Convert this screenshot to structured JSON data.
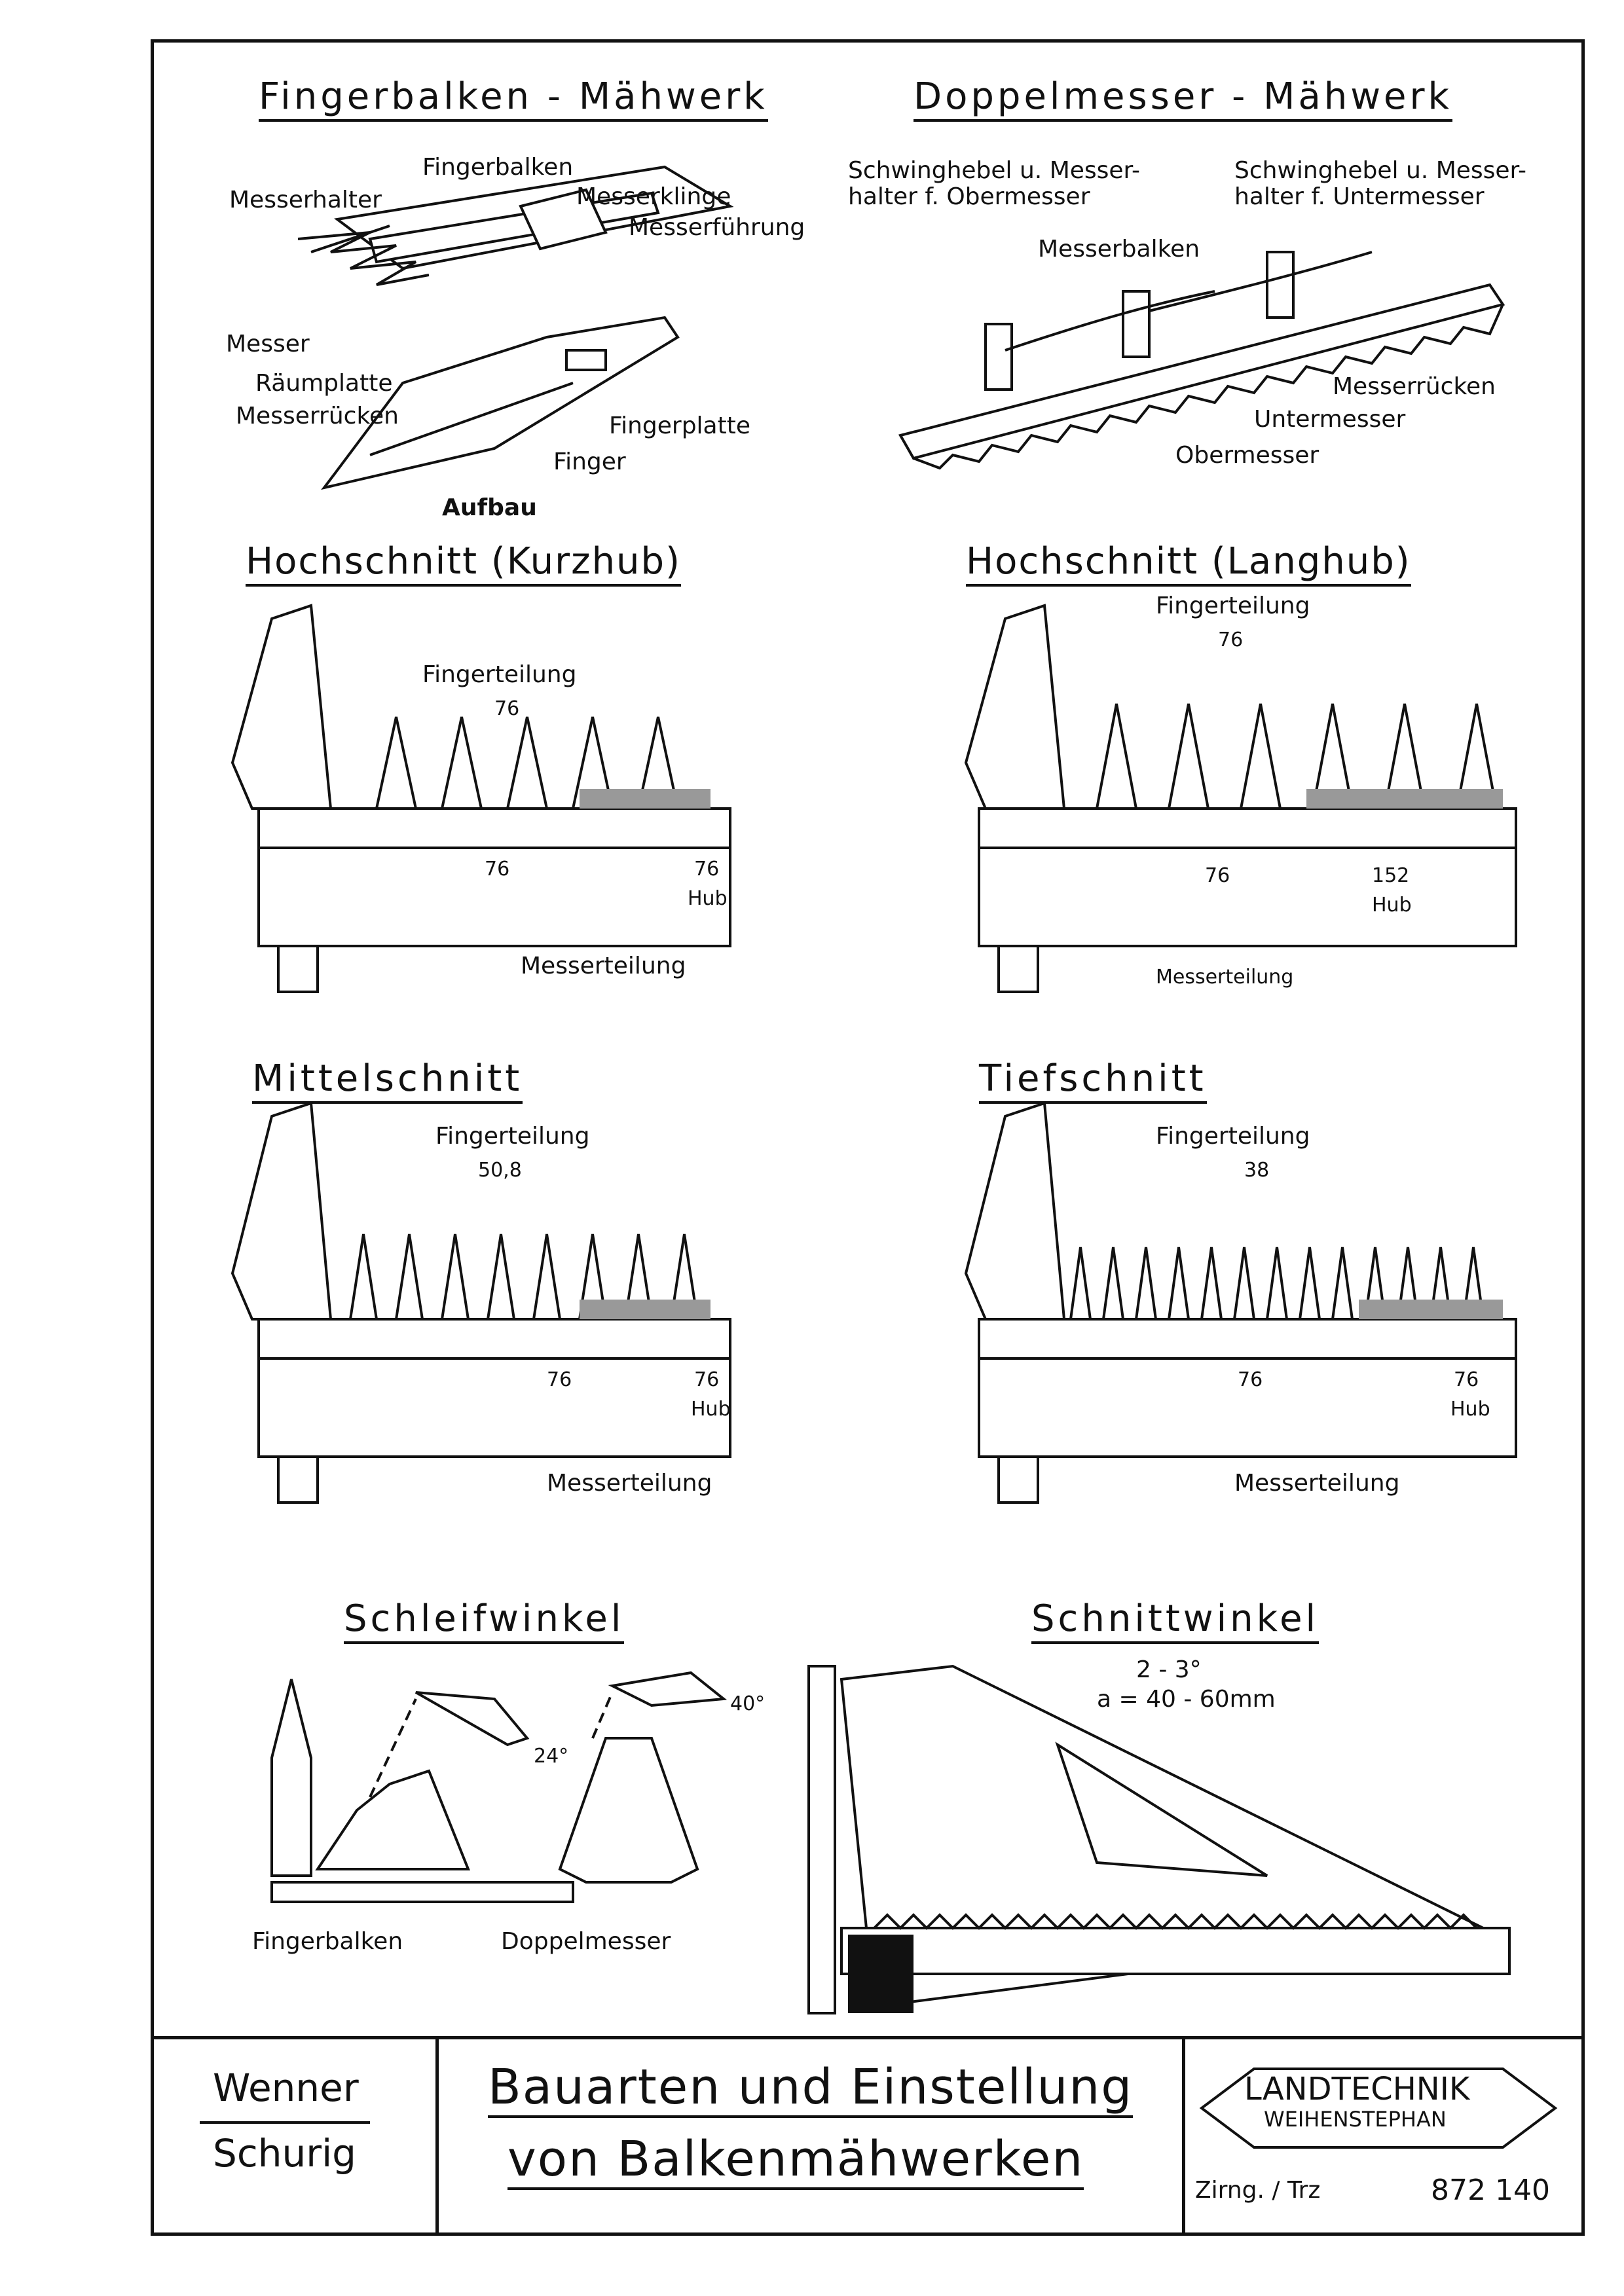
{
  "sections": {
    "fingerbalken": {
      "title": "Fingerbalken - Mähwerk",
      "labels": [
        "Fingerbalken",
        "Messerhalter",
        "Messerklinge",
        "Messerführung",
        "Messer",
        "Räumplatte",
        "Messerrücken",
        "Fingerplatte",
        "Finger"
      ],
      "caption": "Aufbau"
    },
    "doppelmesser": {
      "title": "Doppelmesser - Mähwerk",
      "labels": [
        "Schwinghebel u. Messer-",
        "halter f. Obermesser",
        "Schwinghebel u. Messer-",
        "halter f. Untermesser",
        "Messerbalken",
        "Messerrücken",
        "Untermesser",
        "Obermesser"
      ]
    },
    "kurzhub": {
      "title": "Hochschnitt (Kurzhub)",
      "finger_label": "Fingerteilung",
      "finger_value": "76",
      "knife_value": "76",
      "stroke_value": "76",
      "stroke_label": "Hub",
      "knife_label": "Messerteilung"
    },
    "langhub": {
      "title": "Hochschnitt (Langhub)",
      "finger_label": "Fingerteilung",
      "finger_value": "76",
      "knife_value": "76",
      "stroke_value": "152",
      "stroke_label": "Hub",
      "knife_label": "Messerteilung"
    },
    "mittelschnitt": {
      "title": "Mittelschnitt",
      "finger_label": "Fingerteilung",
      "finger_value": "50,8",
      "knife_value": "76",
      "stroke_value": "76",
      "stroke_label": "Hub",
      "knife_label": "Messerteilung"
    },
    "tiefschnitt": {
      "title": "Tiefschnitt",
      "finger_label": "Fingerteilung",
      "finger_value": "38",
      "knife_value": "76",
      "stroke_value": "76",
      "stroke_label": "Hub",
      "knife_label": "Messerteilung"
    },
    "schleifwinkel": {
      "title": "Schleifwinkel",
      "angle1": "24°",
      "angle2": "40°",
      "caption1": "Fingerbalken",
      "caption2": "Doppelmesser"
    },
    "schnittwinkel": {
      "title": "Schnittwinkel",
      "line1": "2 - 3°",
      "line2": "a = 40 - 60mm"
    }
  },
  "titleblock": {
    "author1": "Wenner",
    "author2": "Schurig",
    "title_line1": "Bauarten und Einstellung",
    "title_line2": "von Balkenmähwerken",
    "logo_line1": "LANDTECHNIK",
    "logo_line2": "WEIHENSTEPHAN",
    "drawer": "Zirng. / Trz",
    "number": "872 140"
  }
}
